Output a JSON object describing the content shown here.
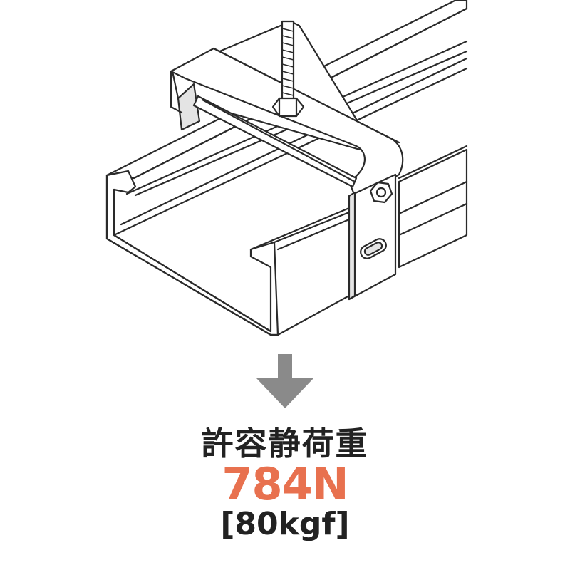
{
  "caption": {
    "title": "許容静荷重",
    "value": "784N",
    "sub_value": "[80kgf]"
  },
  "colors": {
    "value": "#E8714F",
    "arrow": "#8A8A8A",
    "line": "#2A2A2A",
    "fill": "#FFFFFF",
    "shade": "#E4E4E4"
  },
  "icons": {
    "arrow": "down-arrow-icon",
    "bolt": "hex-bolt-icon",
    "nut": "hex-nut-icon"
  }
}
